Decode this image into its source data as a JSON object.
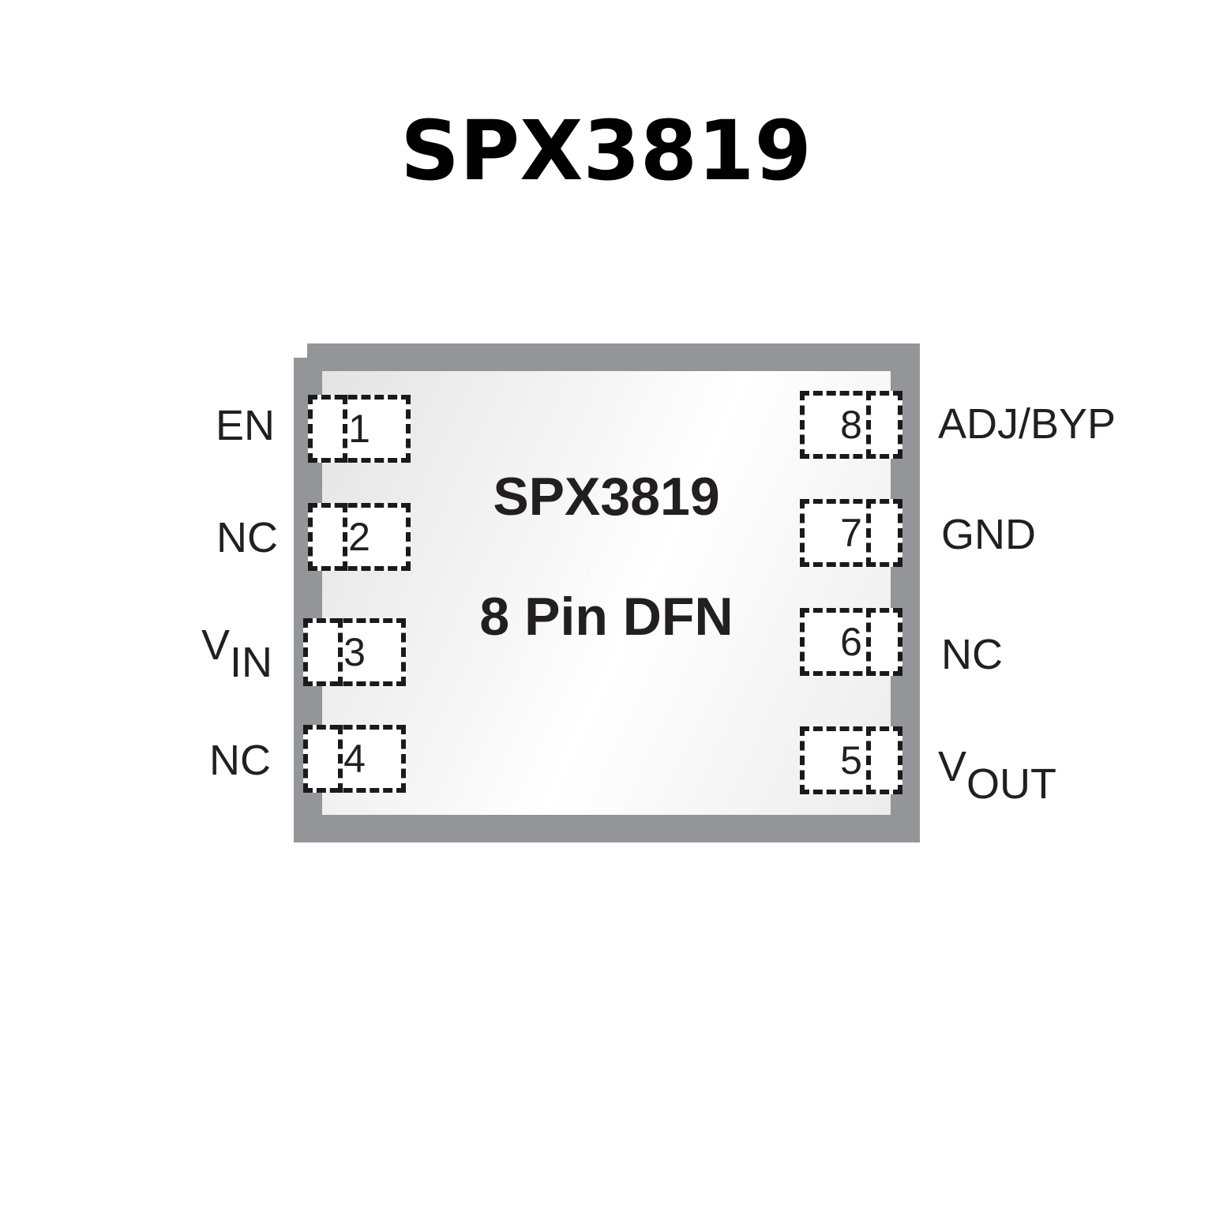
{
  "title": "SPX3819",
  "package": {
    "part_number": "SPX3819",
    "package_name": "8 Pin DFN"
  },
  "pins": {
    "left": [
      {
        "number": "1",
        "name": "EN"
      },
      {
        "number": "2",
        "name": "NC"
      },
      {
        "number": "3",
        "name_main": "V",
        "name_sub": "IN"
      },
      {
        "number": "4",
        "name": "NC"
      }
    ],
    "right": [
      {
        "number": "8",
        "name": "ADJ/BYP"
      },
      {
        "number": "7",
        "name": "GND"
      },
      {
        "number": "6",
        "name": "NC"
      },
      {
        "number": "5",
        "name_main": "V",
        "name_sub": "OUT"
      }
    ]
  },
  "colors": {
    "package_edge": "#939598",
    "text": "#231f20"
  }
}
